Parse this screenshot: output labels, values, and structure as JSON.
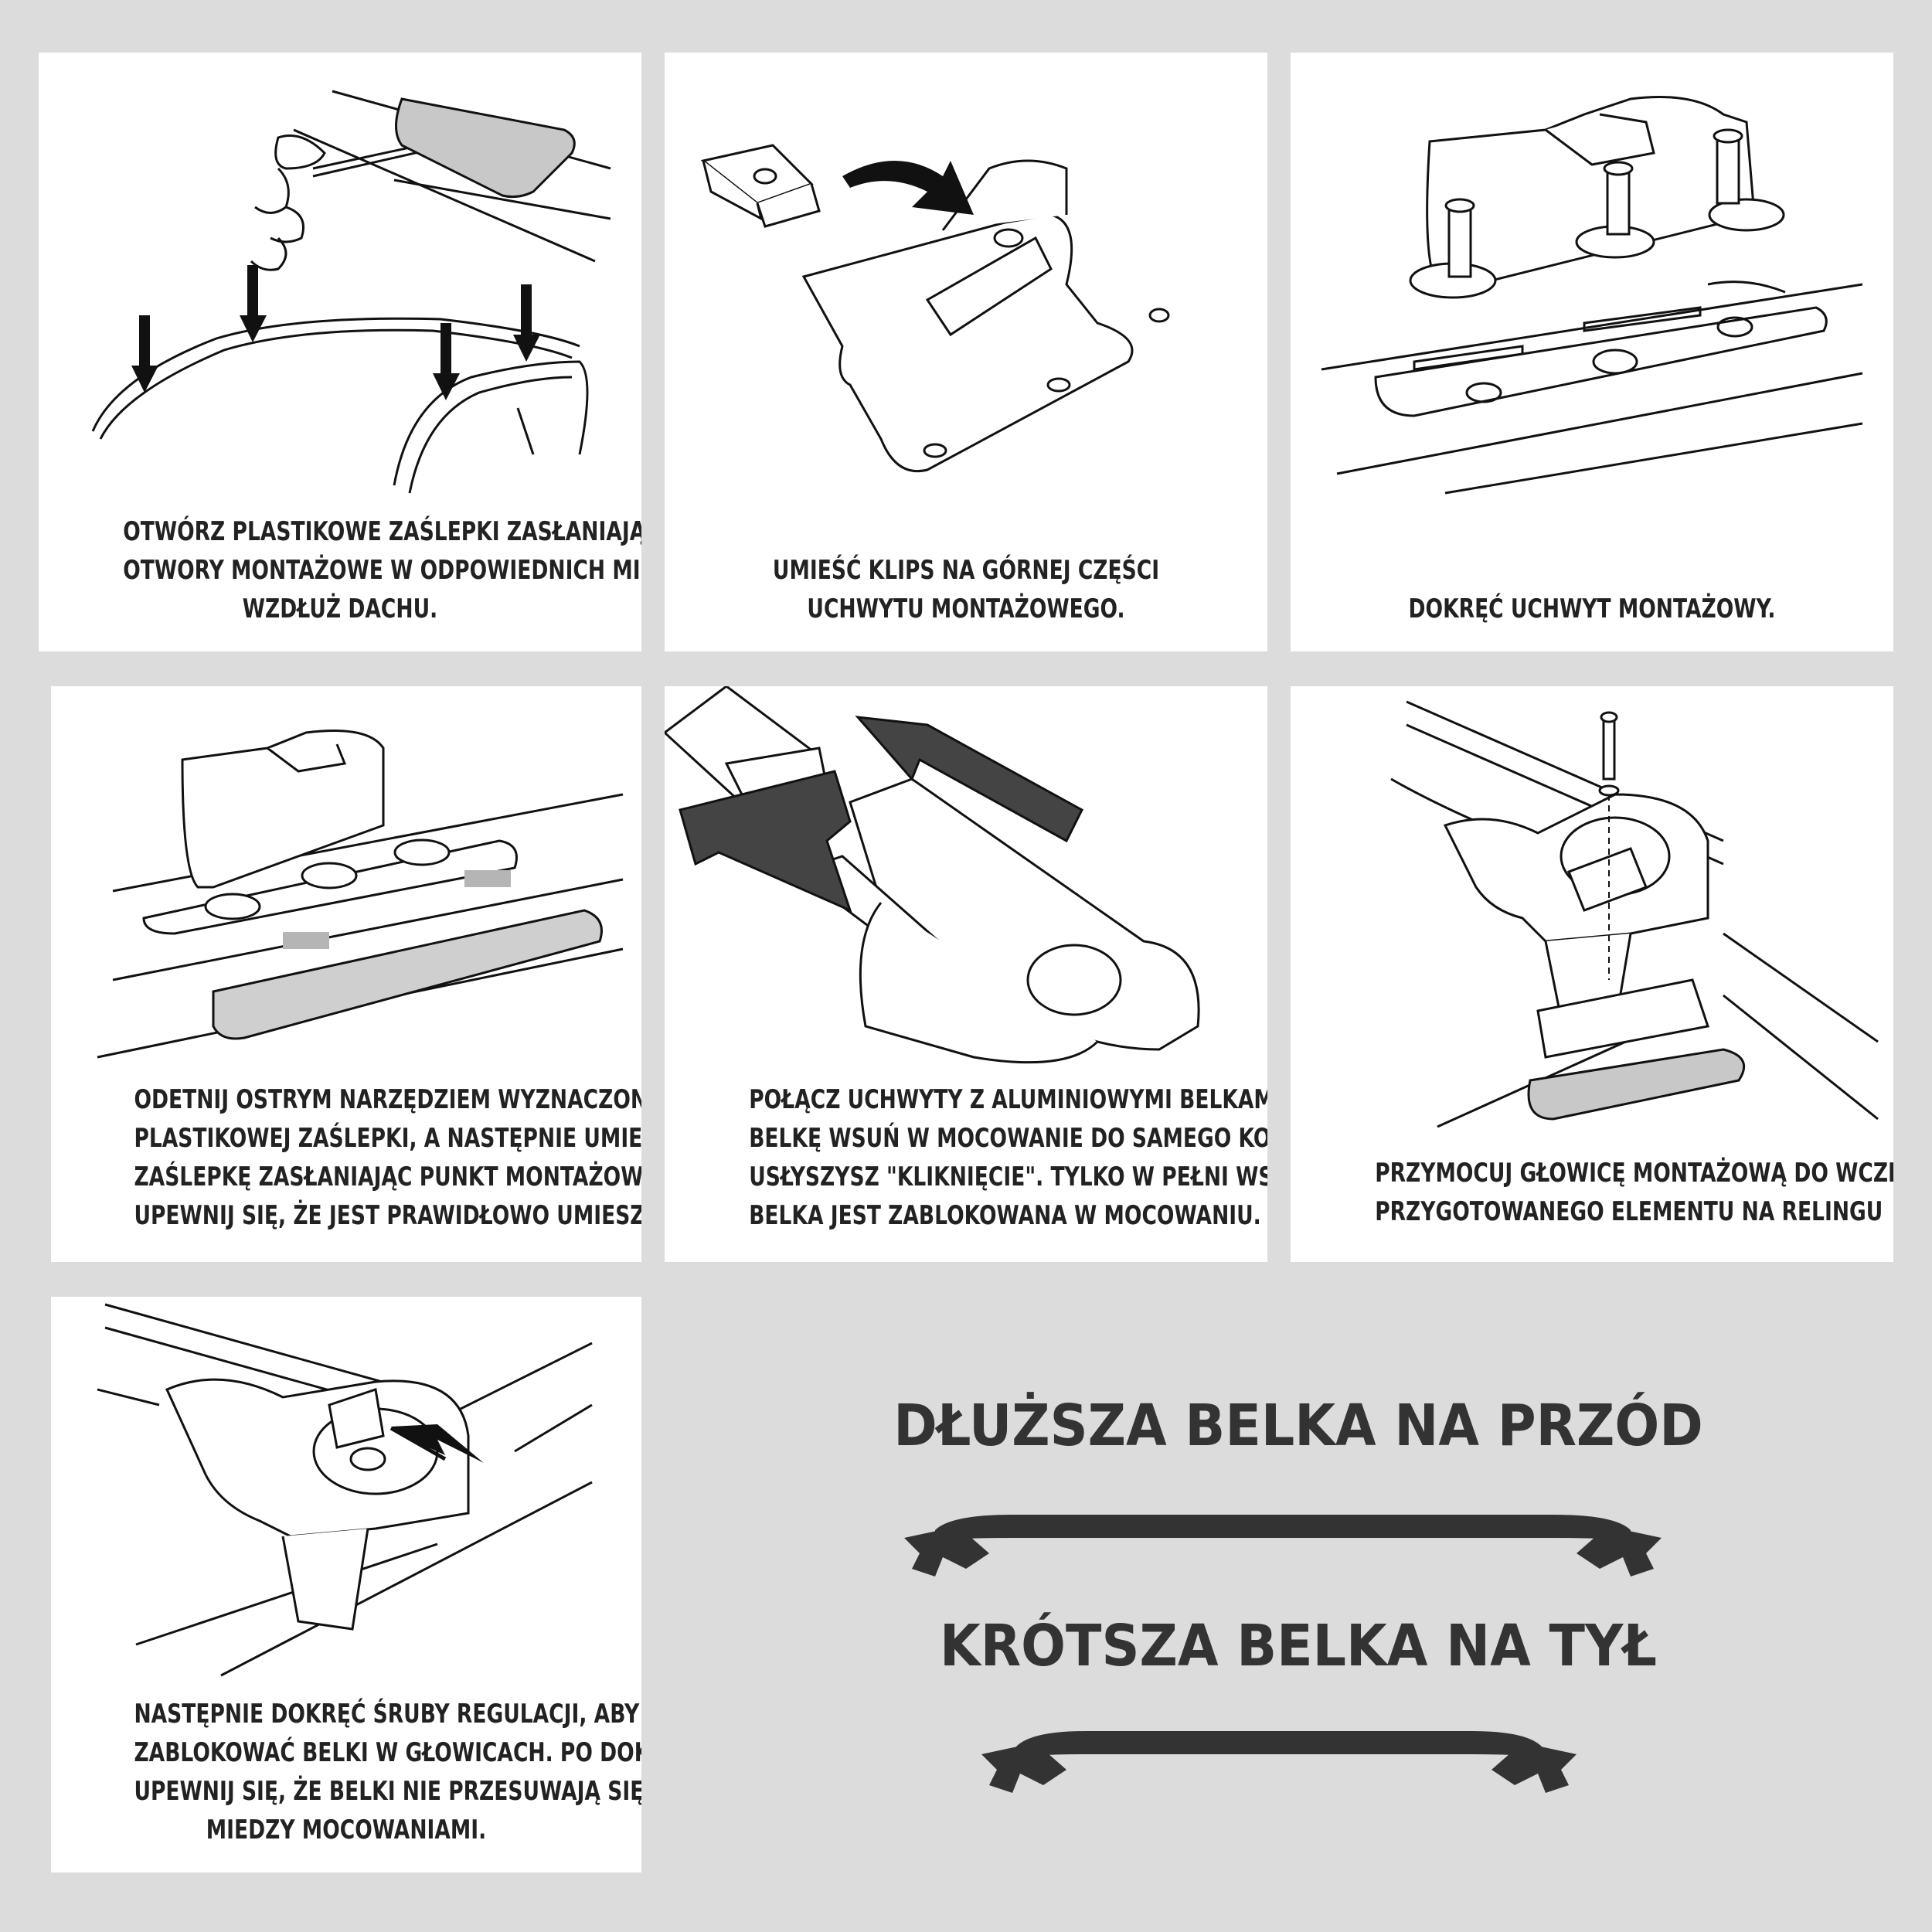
{
  "steps": [
    {
      "lines": [
        "OTWÓRZ PLASTIKOWE ZAŚLEPKI ZASŁANIAJĄCE",
        "OTWORY MONTAŻOWE W ODPOWIEDNICH MIEJSCACH",
        "WZDŁUŻ DACHU."
      ]
    },
    {
      "lines": [
        "UMIEŚĆ KLIPS NA GÓRNEJ CZĘŚCI",
        "UCHWYTU MONTAŻOWEGO."
      ]
    },
    {
      "lines": [
        "DOKRĘĆ UCHWYT MONTAŻOWY."
      ]
    },
    {
      "lines": [
        "ODETNIJ OSTRYM NARZĘDZIEM WYZNACZONE CZĘŚCI",
        "PLASTIKOWEJ ZAŚLEPKI, A NASTĘPNIE UMIEŚĆ",
        "ZAŚLEPKĘ ZASŁANIAJĄC PUNKT MONTAŻOWY.",
        "UPEWNIJ SIĘ, ŻE JEST PRAWIDŁOWO UMIESZCZONA."
      ]
    },
    {
      "lines": [
        "POŁĄCZ UCHWYTY Z ALUMINIOWYMI BELKAMI.",
        "BELKĘ WSUŃ W MOCOWANIE DO SAMEGO KOŃCA - AŻ",
        "USŁYSZYSZ \"KLIKNIĘCIE\". TYLKO W PEŁNI WSUNIĘTA",
        "BELKA JEST ZABLOKOWANA W MOCOWANIU."
      ]
    },
    {
      "lines": [
        "PRZYMOCUJ GŁOWICĘ MONTAŻOWĄ DO WCZEŚNIEJ",
        "PRZYGOTOWANEGO ELEMENTU NA RELINGU"
      ]
    },
    {
      "lines": [
        "NASTĘPNIE DOKRĘĆ ŚRUBY REGULACJI, ABY",
        "ZABLOKOWAĆ BELKI W GŁOWICACH. PO DOKRĘCENIU",
        "UPEWNIJ SIĘ, ŻE BELKI NIE PRZESUWAJĄ SIĘ",
        "MIEDZY MOCOWANIAMI."
      ]
    }
  ],
  "longer_bar_title": "DŁUŻSZA BELKA NA PRZÓD",
  "shorter_bar_title": "KRÓTSZA BELKA NA TYŁ",
  "colors": {
    "background": "#dcdcdc",
    "panel": "#ffffff",
    "ink": "#222222",
    "bar": "#333333",
    "arrow_fill": "#444444"
  }
}
